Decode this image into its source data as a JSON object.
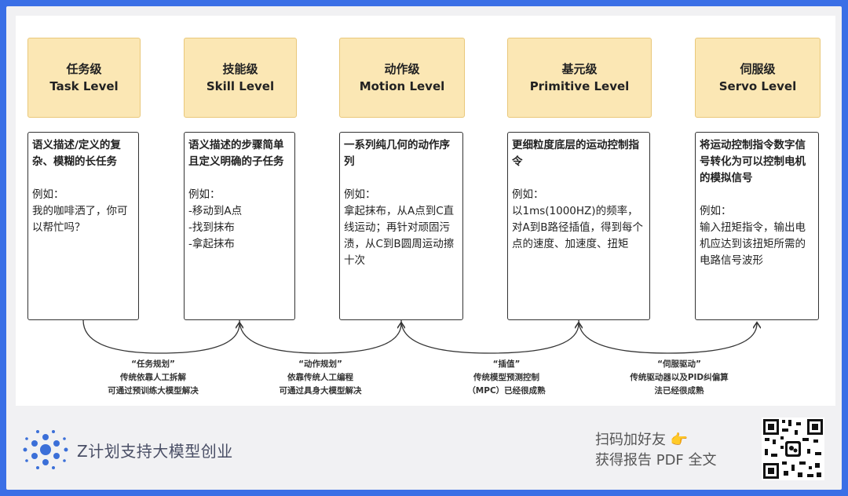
{
  "levels": [
    {
      "zh": "任务级",
      "en": "Task Level"
    },
    {
      "zh": "技能级",
      "en": "Skill Level"
    },
    {
      "zh": "动作级",
      "en": "Motion Level"
    },
    {
      "zh": "基元级",
      "en": "Primitive Level"
    },
    {
      "zh": "伺服级",
      "en": "Servo Level"
    }
  ],
  "descriptions": [
    {
      "head": "语义描述/定义的复杂、模糊的长任务",
      "body": "例如：\n我的咖啡洒了，你可以帮忙吗？"
    },
    {
      "head": "语义描述的步骤简单且定义明确的子任务",
      "body": "例如：\n-移动到A点\n-找到抹布\n-拿起抹布"
    },
    {
      "head": "一系列纯几何的动作序列",
      "body": "例如：\n拿起抹布，从A点到C直线运动；再针对顽固污渍，从C到B圆周运动擦十次"
    },
    {
      "head": "更细粒度底层的运动控制指令",
      "body": "例如：\n以1ms(1000HZ)的频率，对A到B路径插值，得到每个点的速度、加速度、扭矩"
    },
    {
      "head": "将运动控制指令数字信号转化为可以控制电机的模拟信号",
      "body": "例如：\n输入扭矩指令，输出电机应达到该扭矩所需的电路信号波形"
    }
  ],
  "transitions": [
    {
      "title": "“任务规划”",
      "body": "传统依靠人工拆解\n可通过预训练大模型解决"
    },
    {
      "title": "“动作规划”",
      "body": "依靠传统人工编程\n可通过具身大模型解决"
    },
    {
      "title": "“插值”",
      "body": "传统模型预测控制\n（MPC）已经很成熟"
    },
    {
      "title": "“伺服驱动”",
      "body": "传统驱动器以及PID纠偏算\n法已经很成熟"
    }
  ],
  "footer": {
    "brand": "Z计划支持大模型创业",
    "cta_line1": "扫码加好友 👉",
    "cta_line2": "获得报告 PDF 全文"
  },
  "colors": {
    "level_fill": "#fbe7b4",
    "frame_blue": "#3a6fe6",
    "logo_blue": "#3b6fd8"
  }
}
